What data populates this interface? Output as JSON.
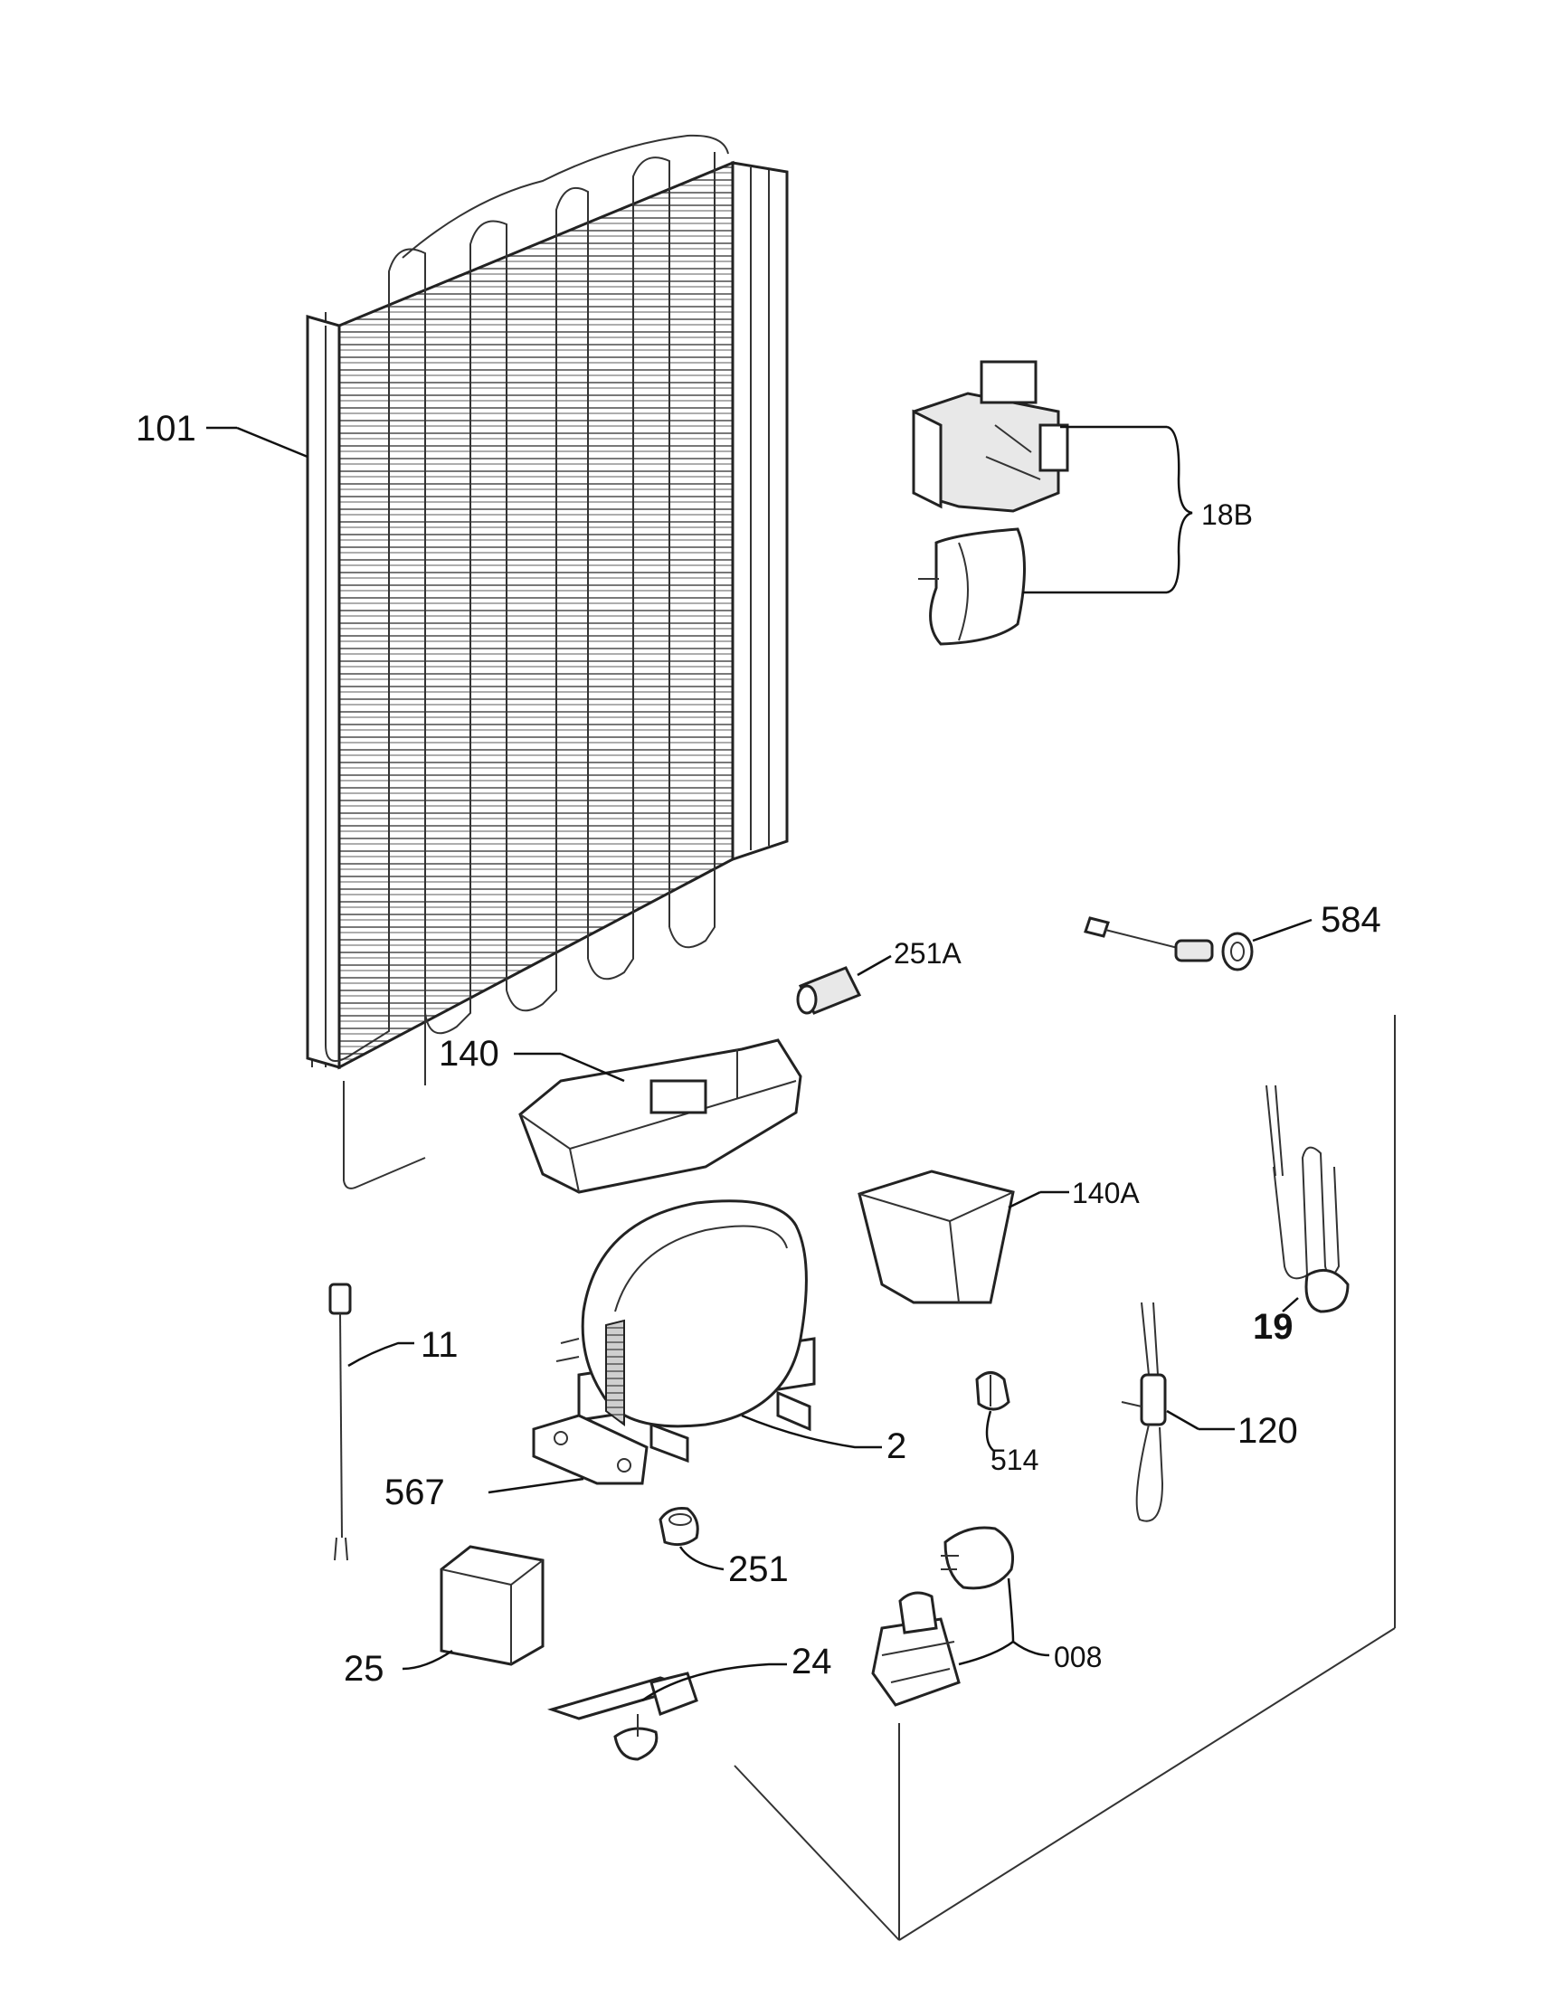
{
  "labels": {
    "l101": "101",
    "l18b": "18B",
    "l584": "584",
    "l251a": "251A",
    "l140": "140",
    "l140a": "140A",
    "l19": "19",
    "l11": "11",
    "l2": "2",
    "l567": "567",
    "l514": "514",
    "l120": "120",
    "l251": "251",
    "l25": "25",
    "l24": "24",
    "l008": "008"
  }
}
